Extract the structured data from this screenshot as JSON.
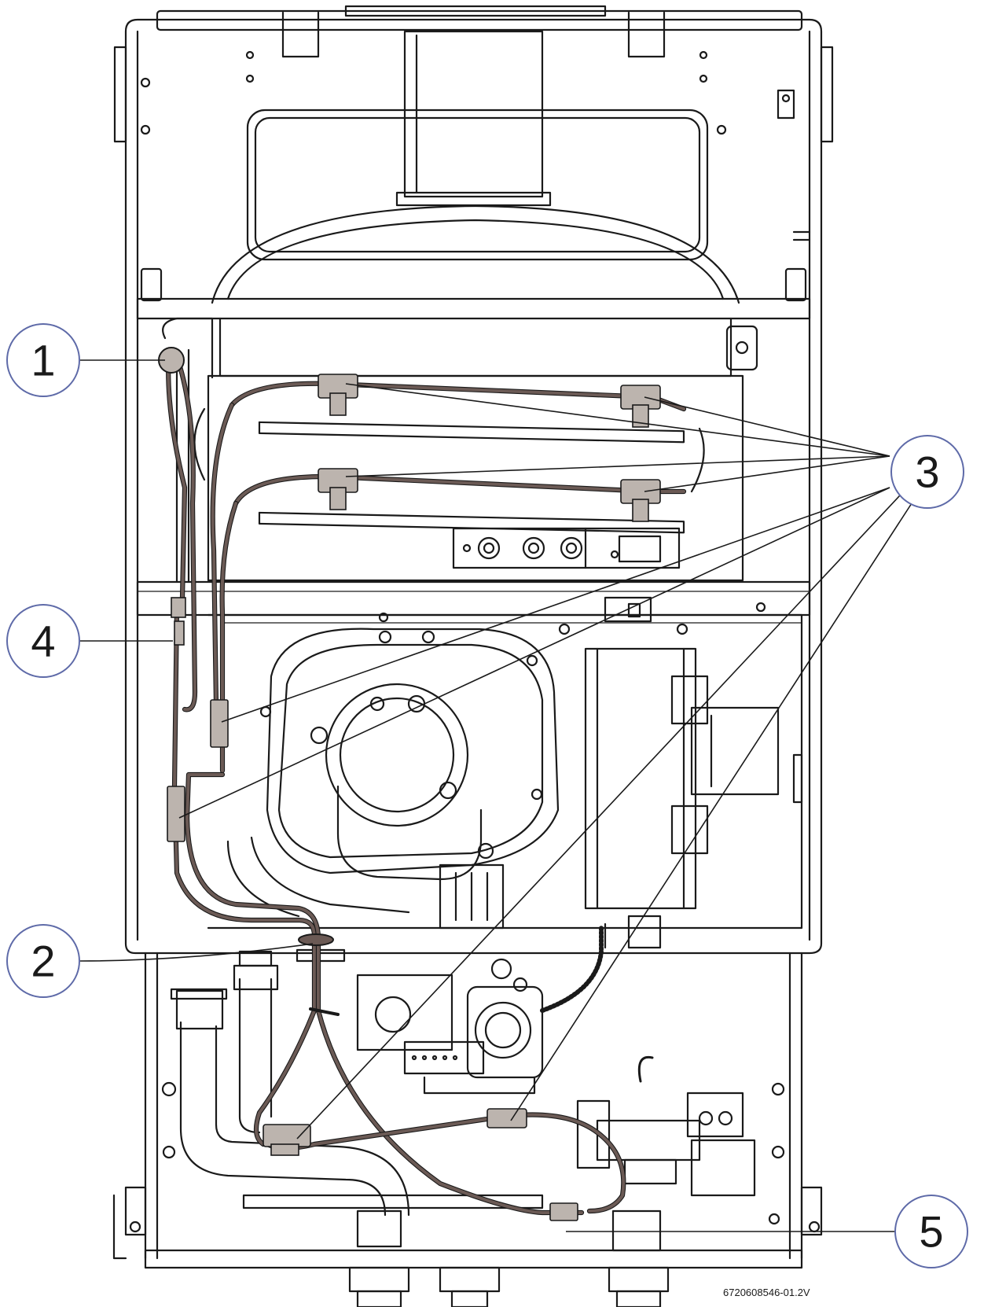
{
  "callouts": [
    {
      "id": "1",
      "label": "1"
    },
    {
      "id": "2",
      "label": "2"
    },
    {
      "id": "3",
      "label": "3"
    },
    {
      "id": "4",
      "label": "4"
    },
    {
      "id": "5",
      "label": "5"
    }
  ],
  "drawing_code": "6720608546-01.2V",
  "colors": {
    "line": "#1a1a1a",
    "wire": "#6b5a55",
    "clip": "#bcb4ae",
    "callout_ring": "#5e6aa8"
  }
}
